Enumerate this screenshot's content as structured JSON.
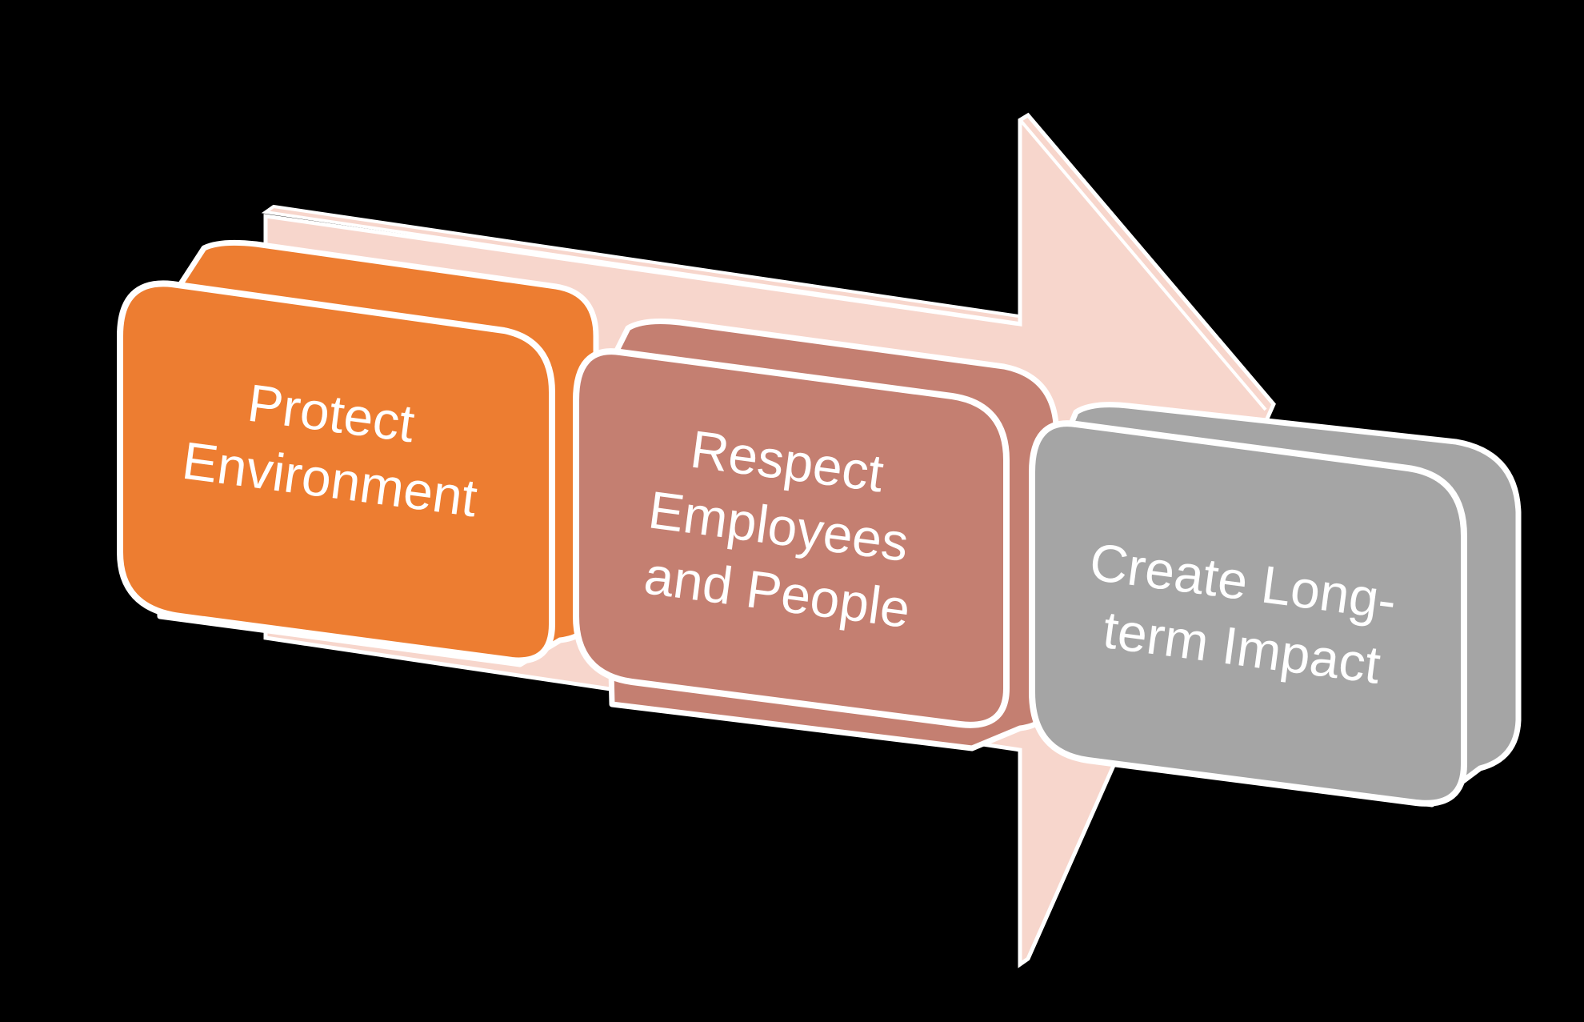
{
  "diagram": {
    "type": "process-arrow",
    "background": "#000000",
    "arrow": {
      "fill": "#f7d6cc",
      "stroke": "#ffffff"
    },
    "steps": [
      {
        "lines": [
          "Protect",
          "Environment"
        ],
        "color": "#ed7d31"
      },
      {
        "lines": [
          "Respect",
          "Employees",
          "and People"
        ],
        "color": "#c47f71"
      },
      {
        "lines": [
          "Create Long-",
          "term Impact"
        ],
        "color": "#a5a5a5"
      }
    ]
  }
}
